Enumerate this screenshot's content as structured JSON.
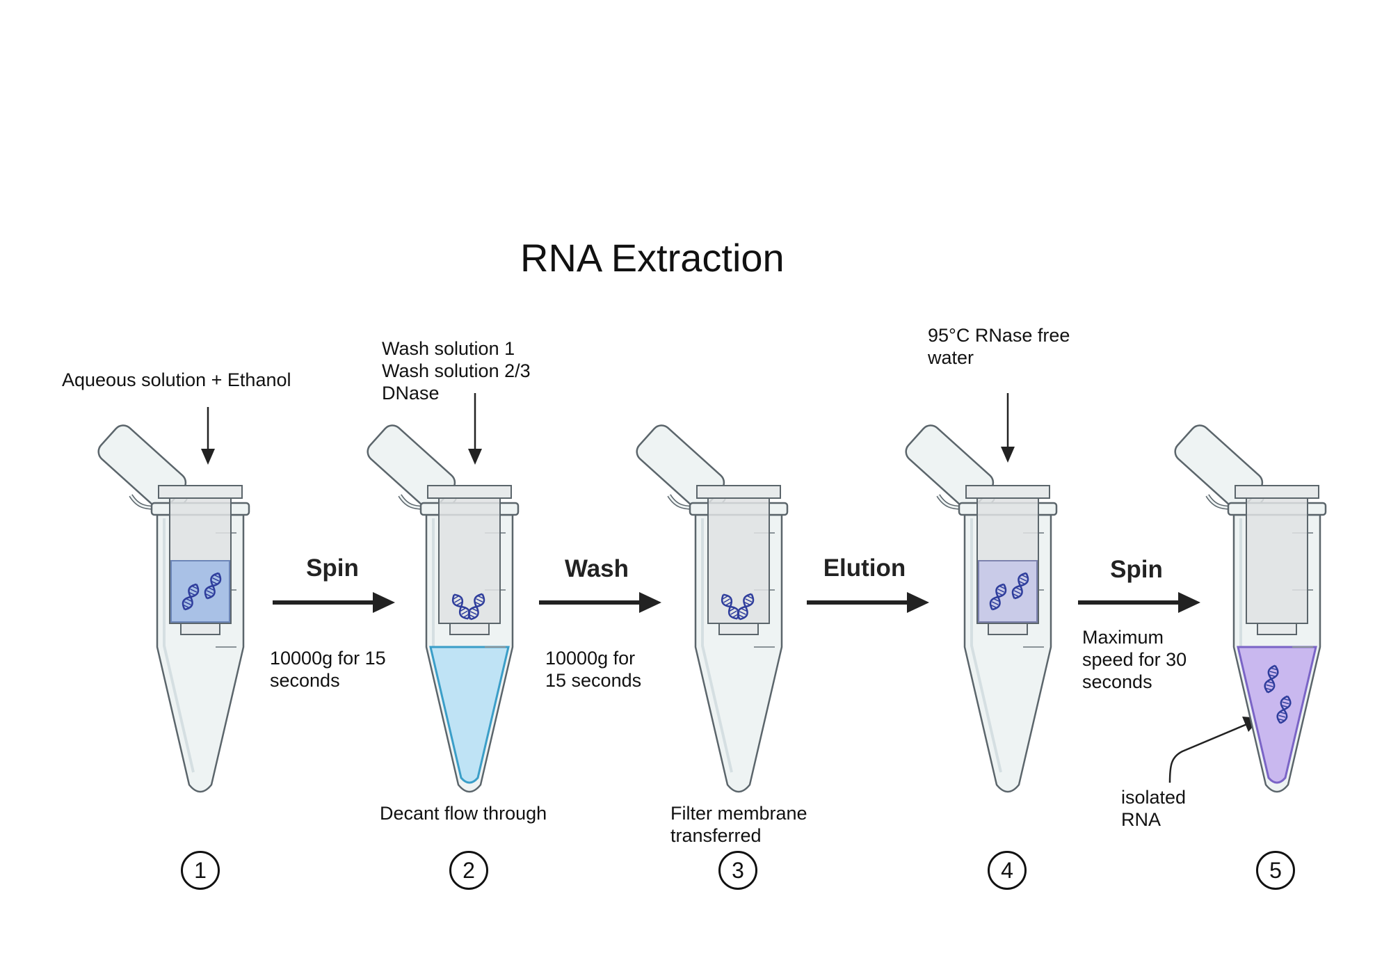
{
  "title": "RNA Extraction",
  "colors": {
    "tube_fill": "#eef3f3",
    "tube_stroke": "#5b656b",
    "column_fill": "#dfe2e3",
    "membrane_blue": "#a9c1e6",
    "flow_through": "#bfe3f5",
    "isolated_rna": "#c9b8ef",
    "dna": "#2e3d9c"
  },
  "steps": [
    {
      "number": "1",
      "top_label": "Aqueous solution + Ethanol",
      "bottom_label": "",
      "icon": "microtube-with-spin-column-icon"
    },
    {
      "number": "2",
      "top_label": "Wash solution 1\nWash solution 2/3\nDNase",
      "bottom_label": "Decant flow through",
      "icon": "microtube-with-spin-column-icon"
    },
    {
      "number": "3",
      "top_label": "",
      "bottom_label": "Filter membrane\ntransferred",
      "icon": "microtube-with-spin-column-icon"
    },
    {
      "number": "4",
      "top_label": "95°C RNase free\nwater",
      "bottom_label": "",
      "icon": "microtube-with-spin-column-icon"
    },
    {
      "number": "5",
      "top_label": "",
      "bottom_label": "",
      "icon": "microtube-with-spin-column-icon"
    }
  ],
  "transitions": [
    {
      "label": "Spin",
      "detail": "10000g for  15\nseconds"
    },
    {
      "label": "Wash",
      "detail": "10000g for\n15 seconds"
    },
    {
      "label": "Elution",
      "detail": ""
    },
    {
      "label": "Spin",
      "detail": "Maximum\nspeed for 30\nseconds"
    }
  ],
  "callout": "isolated\nRNA"
}
